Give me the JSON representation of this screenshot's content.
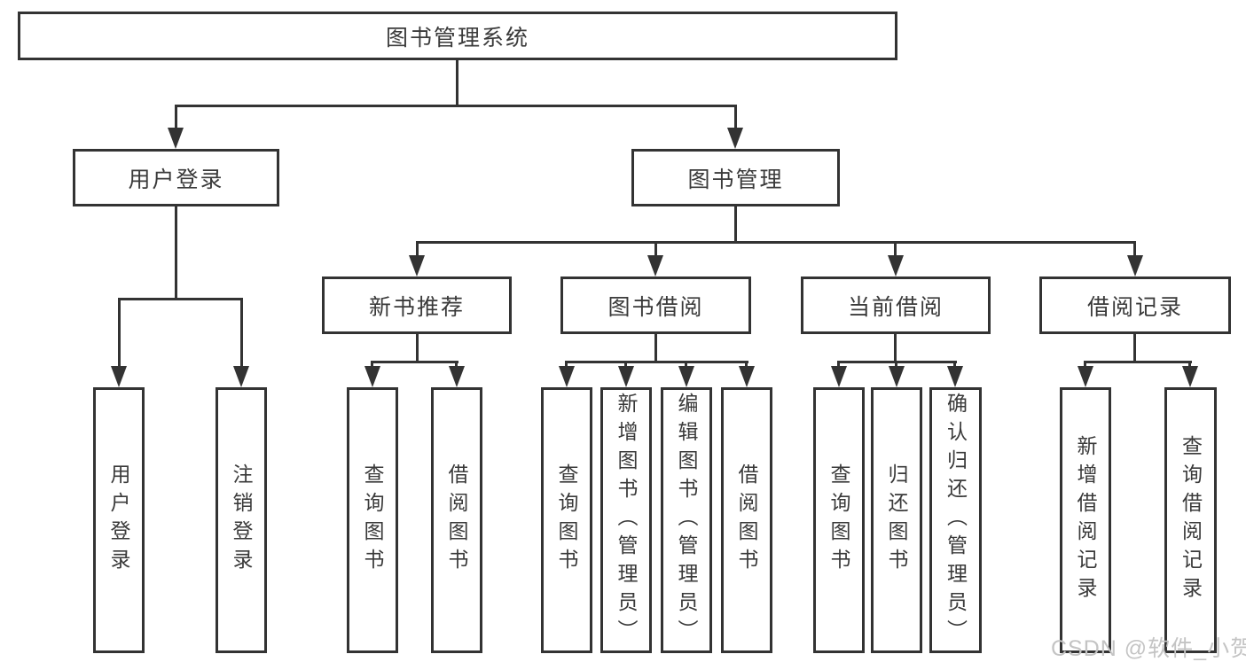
{
  "colors": {
    "line": "#333333",
    "text": "#3a3a3a",
    "background": "#ffffff",
    "watermark_text": "#c4c4c4"
  },
  "watermark": "CSDN @软件_小贺同学",
  "diagram": {
    "root": {
      "label": "图书管理系统"
    },
    "login": {
      "label": "用户登录",
      "children": [
        {
          "label": "用户登录"
        },
        {
          "label": "注销登录"
        }
      ]
    },
    "management": {
      "label": "图书管理",
      "sections": [
        {
          "label": "新书推荐",
          "children": [
            {
              "label": "查询图书"
            },
            {
              "label": "借阅图书"
            }
          ]
        },
        {
          "label": "图书借阅",
          "children": [
            {
              "label": "查询图书"
            },
            {
              "label": "新增图书（管理员）"
            },
            {
              "label": "编辑图书（管理员）"
            },
            {
              "label": "借阅图书"
            }
          ]
        },
        {
          "label": "当前借阅",
          "children": [
            {
              "label": "查询图书"
            },
            {
              "label": "归还图书"
            },
            {
              "label": "确认归还（管理员）"
            }
          ]
        },
        {
          "label": "借阅记录",
          "children": [
            {
              "label": "新增借阅记录"
            },
            {
              "label": "查询借阅记录"
            }
          ]
        }
      ]
    }
  }
}
